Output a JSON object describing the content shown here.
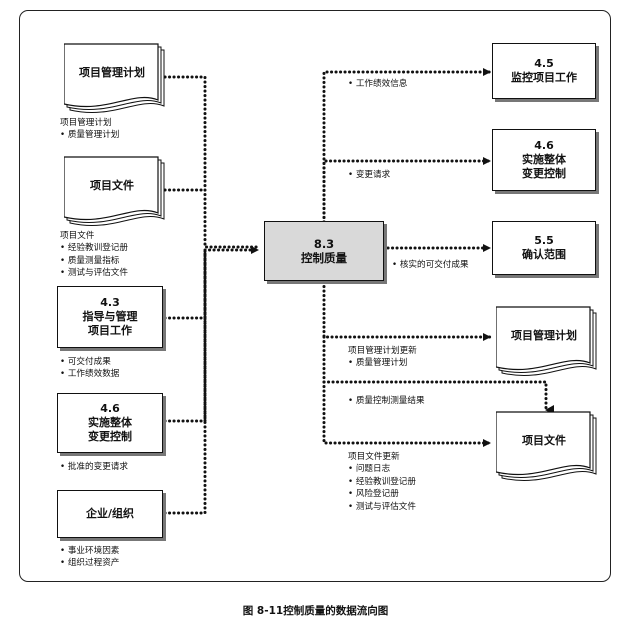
{
  "inputs": {
    "pm_plan": {
      "title": "项目管理计划",
      "header": "项目管理计划",
      "items": [
        "质量管理计划"
      ]
    },
    "proj_docs": {
      "title": "项目文件",
      "header": "项目文件",
      "items": [
        "经验教训登记册",
        "质量测量指标",
        "测试与评估文件"
      ]
    },
    "direct_manage": {
      "number": "4.3",
      "title": "指导与管理\n项目工作",
      "items": [
        "可交付成果",
        "工作绩效数据"
      ]
    },
    "integrated_change_in": {
      "number": "4.6",
      "title": "实施整体\n变更控制",
      "items": [
        "批准的变更请求"
      ]
    },
    "enterprise": {
      "title": "企业/组织",
      "items": [
        "事业环境因素",
        "组织过程资产"
      ]
    }
  },
  "process": {
    "number": "8.3",
    "title": "控制质量"
  },
  "outputs": {
    "monitor": {
      "number": "4.5",
      "title": "监控项目工作",
      "flow_label": "工作绩效信息"
    },
    "integrated_change_out": {
      "number": "4.6",
      "title": "实施整体\n变更控制",
      "flow_label": "变更请求"
    },
    "validate_scope": {
      "number": "5.5",
      "title": "确认范围",
      "flow_label": "核实的可交付成果"
    },
    "pm_plan_out": {
      "title": "项目管理计划",
      "header": "项目管理计划更新",
      "items": [
        "质量管理计划"
      ]
    },
    "quality_measurements": {
      "flow_label": "质量控制测量结果"
    },
    "proj_docs_out": {
      "title": "项目文件",
      "header": "项目文件更新",
      "items": [
        "问题日志",
        "经验教训登记册",
        "风险登记册",
        "测试与评估文件"
      ]
    }
  },
  "caption": "图 8-11控制质量的数据流向图",
  "colors": {
    "center_fill": "#d9d9d9",
    "shadow": "#777777",
    "line": "#111111"
  }
}
